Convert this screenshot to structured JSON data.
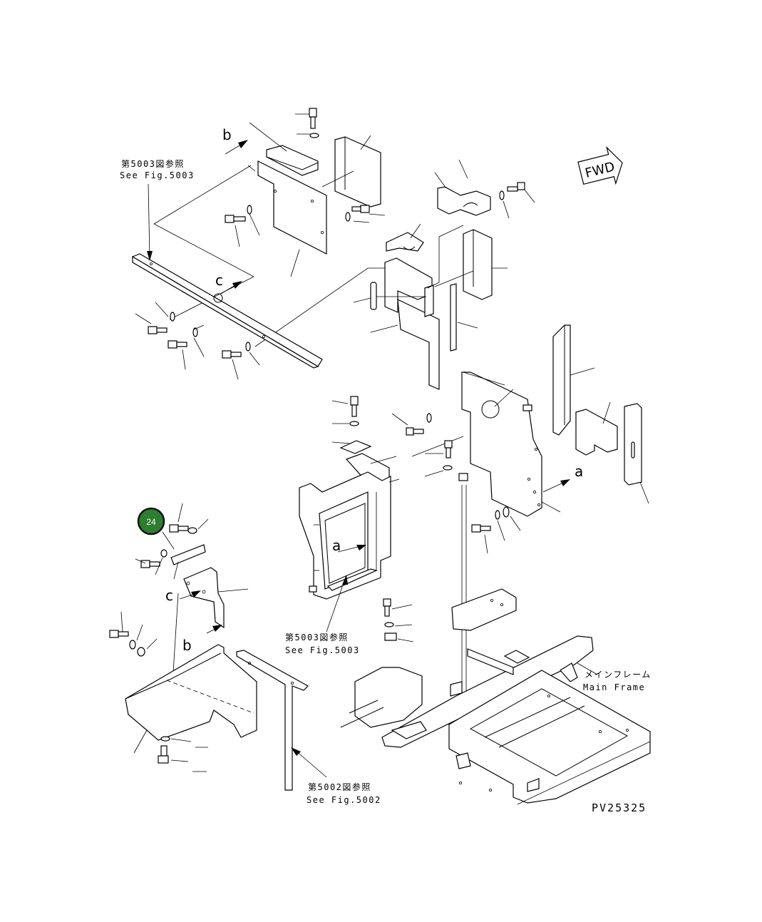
{
  "references": {
    "top_left_jp": "第5003図参照",
    "top_left_en": "See Fig.5003",
    "center_jp": "第5003図参照",
    "center_en": "See Fig.5003",
    "bottom_jp": "第5002図参照",
    "bottom_en": "See Fig.5002"
  },
  "main_frame": {
    "jp": "メインフレーム",
    "en": "Main Frame"
  },
  "fwd_label": "FWD",
  "drawing_number": "PV25325",
  "letters": {
    "a": "a",
    "b": "b",
    "c": "c"
  },
  "callout": {
    "number": "24",
    "color": "#2e7d32"
  }
}
